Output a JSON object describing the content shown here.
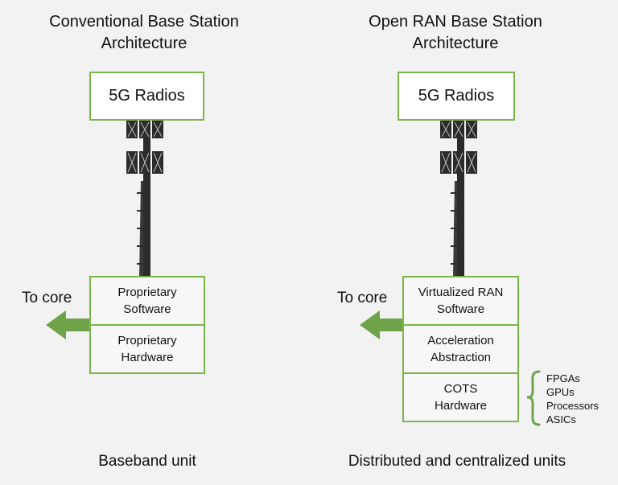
{
  "left": {
    "title_line1": "Conventional Base Station",
    "title_line2": "Architecture",
    "radios_label": "5G Radios",
    "top_box_line1": "Proprietary",
    "top_box_line2": "Software",
    "bottom_box_line1": "Proprietary",
    "bottom_box_line2": "Hardware",
    "to_core": "To core",
    "caption": "Baseband unit"
  },
  "right": {
    "title_line1": "Open RAN Base Station",
    "title_line2": "Architecture",
    "radios_label": "5G Radios",
    "box1_line1": "Virtualized RAN",
    "box1_line2": "Software",
    "box2_line1": "Acceleration",
    "box2_line2": "Abstraction",
    "box3_line1": "COTS",
    "box3_line2": "Hardware",
    "to_core": "To core",
    "caption": "Distributed and centralized units",
    "hardware_types": [
      "FPGAs",
      "GPUs",
      "Processors",
      "ASICs"
    ]
  },
  "colors": {
    "accent_green": "#7ab648",
    "arrow_green": "#6fa34a",
    "tower": "#2b2b2b"
  }
}
